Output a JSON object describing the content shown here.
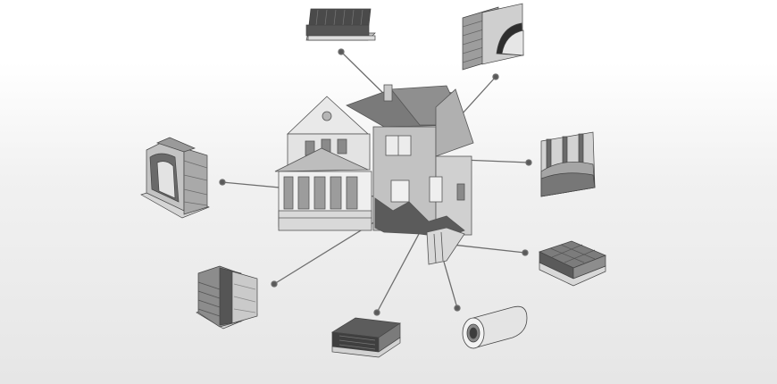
{
  "diagram": {
    "central": "house-cutaway",
    "insulation_applications": [
      {
        "id": "roof-panel",
        "icon": "roof-insulation-icon"
      },
      {
        "id": "wall-brick",
        "icon": "brick-wall-insulation-icon"
      },
      {
        "id": "frame-wall",
        "icon": "frame-wall-insulation-icon"
      },
      {
        "id": "floor-slab",
        "icon": "floor-insulation-icon"
      },
      {
        "id": "pipe",
        "icon": "pipe-insulation-icon"
      },
      {
        "id": "floor-board",
        "icon": "floor-panel-insulation-icon"
      },
      {
        "id": "masonry-wall",
        "icon": "masonry-wall-insulation-icon"
      },
      {
        "id": "stone-wall",
        "icon": "stone-wall-insulation-icon"
      }
    ],
    "colors": {
      "line": "#6e6e6e",
      "dot": "#5a5a5a",
      "dark": "#3f3f3f",
      "mid": "#9a9a9a",
      "light": "#d6d6d6"
    }
  }
}
